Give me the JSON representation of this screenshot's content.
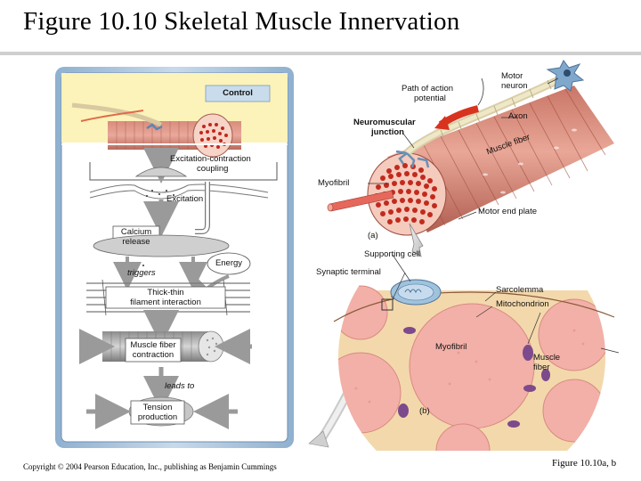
{
  "title": "Figure 10.10  Skeletal Muscle Innervation",
  "flowchart": {
    "header": "Control",
    "steps": [
      "Excitation-contraction",
      "coupling",
      "Excitation",
      "Calcium",
      "release",
      "Energy",
      "triggers",
      "Thick-thin",
      "filament interaction",
      "Muscle fiber",
      "contraction",
      "leads to",
      "Tension",
      "production"
    ]
  },
  "labels_a": {
    "motor_neuron": [
      "Motor",
      "neuron"
    ],
    "path_of_action_potential": [
      "Path of action",
      "potential"
    ],
    "axon": "Axon",
    "neuromuscular_junction": [
      "Neuromuscular",
      "junction"
    ],
    "muscle_fiber": "Muscle fiber",
    "myofibril": "Myofibril",
    "motor_end_plate": "Motor end plate",
    "panel_letter": "(a)"
  },
  "labels_b": {
    "supporting_cell": "Supporting cell",
    "synaptic_terminal": "Synaptic terminal",
    "sarcolemma": "Sarcolemma",
    "mitochondrion": "Mitochondrion",
    "myofibril": "Myofibril",
    "muscle_fiber": [
      "Muscle",
      "fiber"
    ],
    "panel_letter": "(b)"
  },
  "footer": {
    "copyright": "Copyright © 2004 Pearson Education, Inc., publishing as Benjamin Cummings",
    "figure_ref": "Figure 10.10a, b"
  }
}
